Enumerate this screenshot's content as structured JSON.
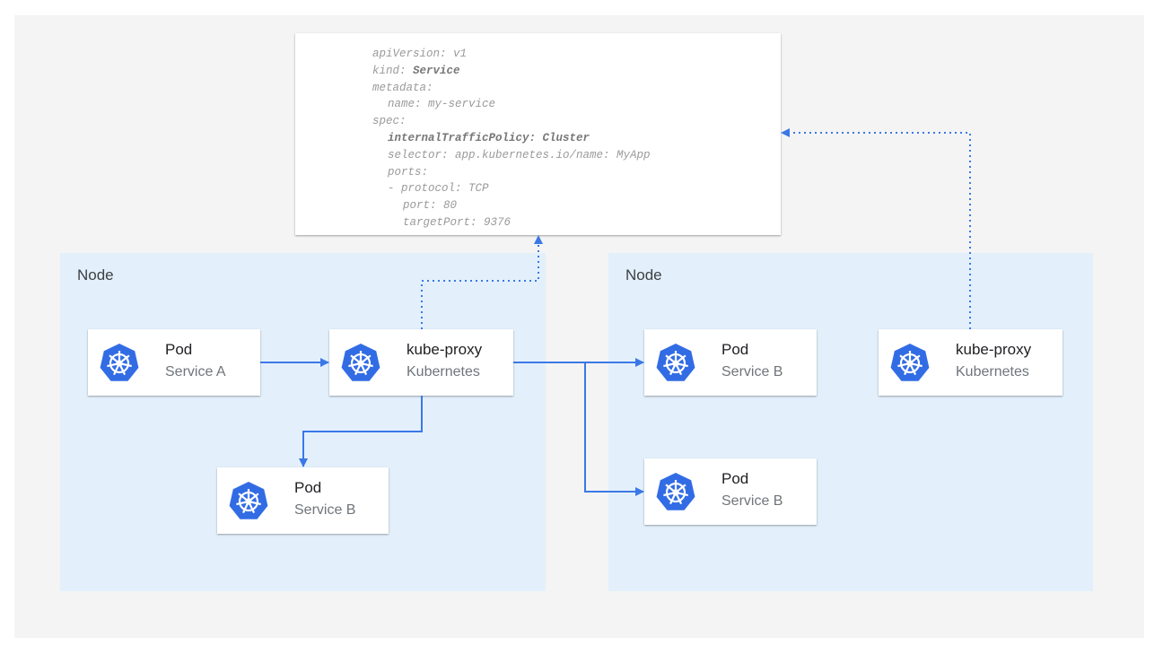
{
  "yaml": [
    {
      "text": "apiVersion: v1",
      "indent": 0
    },
    {
      "text": "kind: ",
      "bold": "Service",
      "indent": 0
    },
    {
      "text": "metadata:",
      "indent": 0
    },
    {
      "text": "name: my-service",
      "indent": 1
    },
    {
      "text": "spec:",
      "indent": 0
    },
    {
      "text": "",
      "bold": "internalTrafficPolicy: Cluster",
      "indent": 1
    },
    {
      "text": "selector: app.kubernetes.io/name: MyApp",
      "indent": 1
    },
    {
      "text": "ports:",
      "indent": 1
    },
    {
      "text": "- protocol: TCP",
      "indent": 1
    },
    {
      "text": "port: 80",
      "indent": 2
    },
    {
      "text": "targetPort: 9376",
      "indent": 2
    }
  ],
  "nodes": [
    {
      "label": "Node"
    },
    {
      "label": "Node"
    }
  ],
  "cards": [
    {
      "id": "pod-service-a",
      "title": "Pod",
      "subtitle": "Service A",
      "icon": "kubernetes-icon"
    },
    {
      "id": "kube-proxy-left",
      "title": "kube-proxy",
      "subtitle": "Kubernetes",
      "icon": "kubernetes-icon"
    },
    {
      "id": "pod-service-b-left",
      "title": "Pod",
      "subtitle": "Service B",
      "icon": "kubernetes-icon"
    },
    {
      "id": "pod-service-b-right-1",
      "title": "Pod",
      "subtitle": "Service B",
      "icon": "kubernetes-icon"
    },
    {
      "id": "pod-service-b-right-2",
      "title": "Pod",
      "subtitle": "Service B",
      "icon": "kubernetes-icon"
    },
    {
      "id": "kube-proxy-right",
      "title": "kube-proxy",
      "subtitle": "Kubernetes",
      "icon": "kubernetes-icon"
    }
  ],
  "colors": {
    "arrow": "#3b78e7",
    "node_bg": "#e3f0fc",
    "icon": "#326ce5",
    "panel": "#f4f4f4"
  }
}
